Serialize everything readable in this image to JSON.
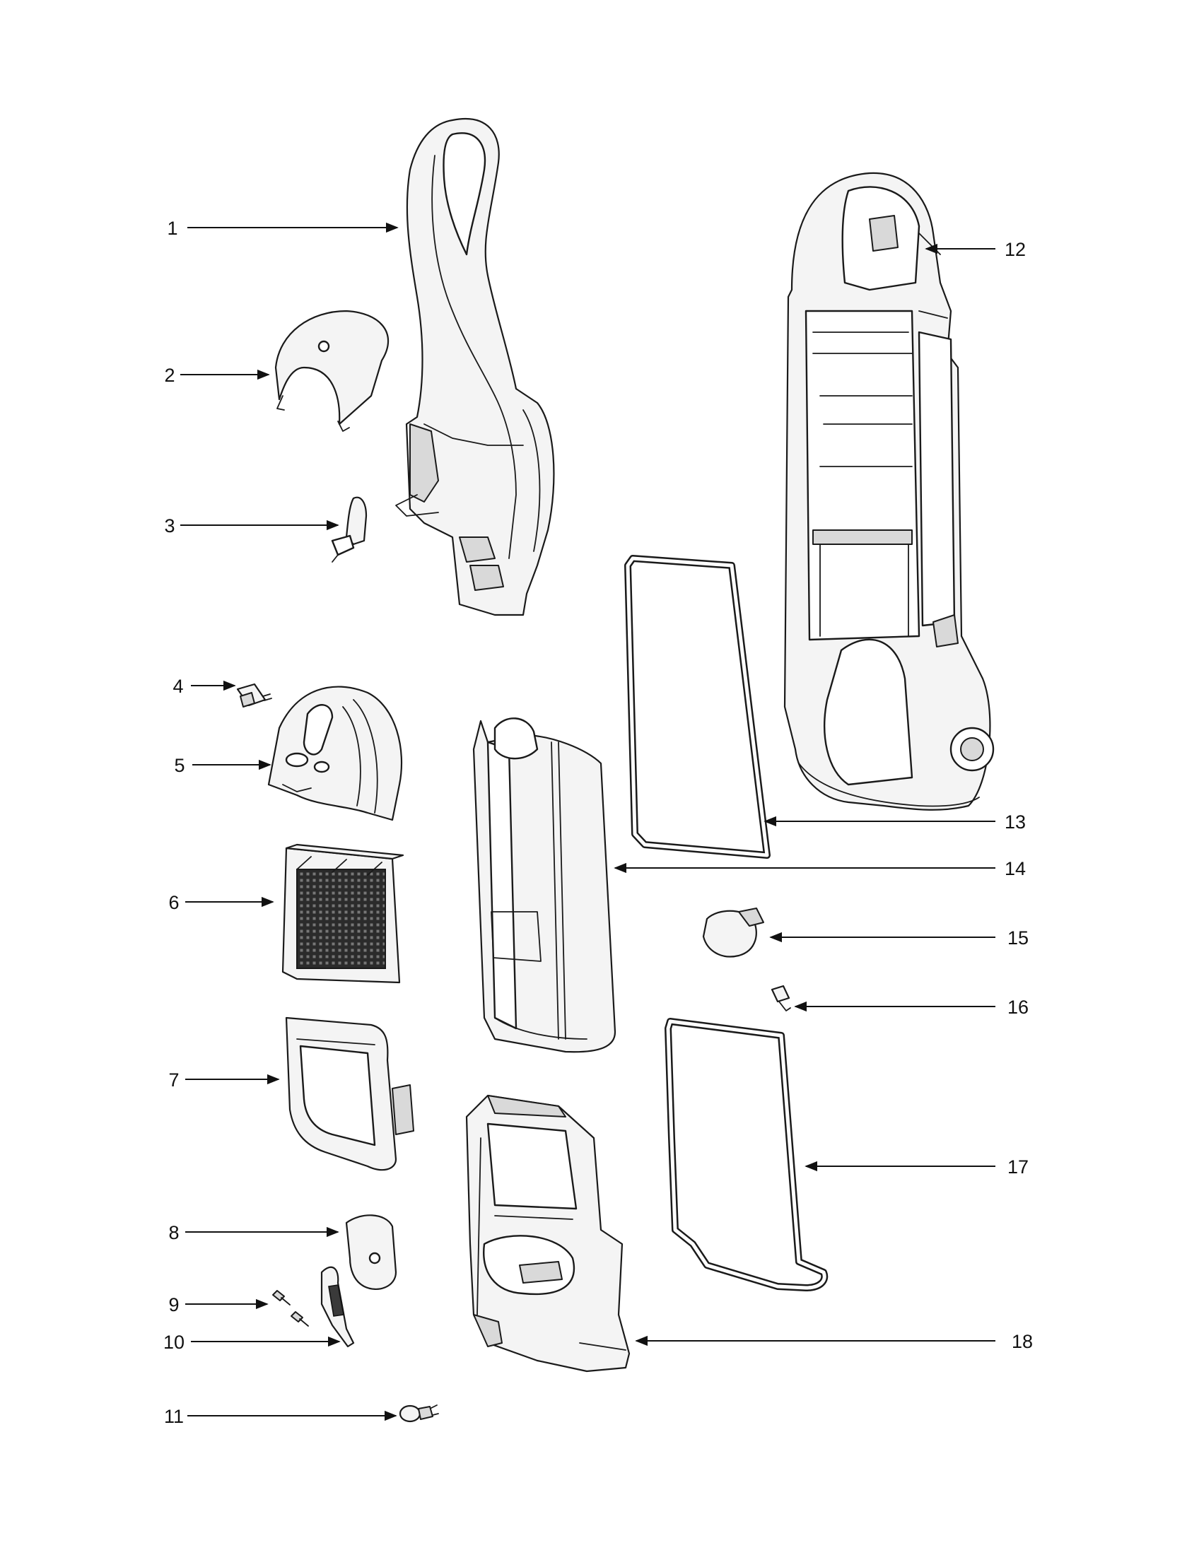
{
  "diagram": {
    "callouts": [
      {
        "id": "1"
      },
      {
        "id": "2"
      },
      {
        "id": "3"
      },
      {
        "id": "4"
      },
      {
        "id": "5"
      },
      {
        "id": "6"
      },
      {
        "id": "7"
      },
      {
        "id": "8"
      },
      {
        "id": "9"
      },
      {
        "id": "10"
      },
      {
        "id": "11"
      },
      {
        "id": "12"
      },
      {
        "id": "13"
      },
      {
        "id": "14"
      },
      {
        "id": "15"
      },
      {
        "id": "16"
      },
      {
        "id": "17"
      },
      {
        "id": "18"
      }
    ],
    "colors": {
      "line": "#1a1a1a",
      "background": "#ffffff",
      "shade": "#d9d9d9"
    }
  }
}
